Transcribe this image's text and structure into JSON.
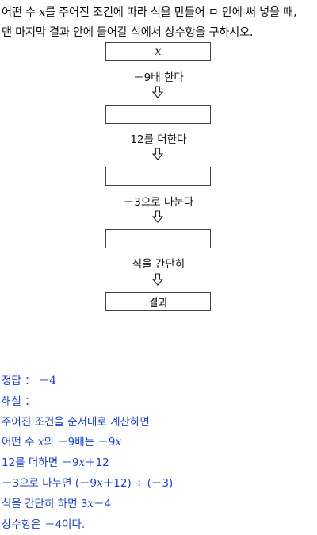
{
  "question": {
    "line1_pre": "어떤 수 ",
    "line1_var": "x",
    "line1_post": "를 주어진 조건에 따라 식을 만들어 ㅁ 안에 써 넣을 때,",
    "line2": "맨 마지막 결과 안에 들어갈 식에서 상수항을 구하시오."
  },
  "flowchart": {
    "start_box": "x",
    "steps": [
      "－9배 한다",
      "12를 더한다",
      "－3으로 나눈다",
      "식을 간단히"
    ],
    "result_box": "결과",
    "arrow_icon": "hollow-down-arrow-icon"
  },
  "answer": {
    "answer_label": "정답 ：",
    "answer_value": "－4",
    "explanation_label": "해설 ：",
    "intro": "주어진 조건을 순서대로 계산하면",
    "row1_a": "어떤 수 ",
    "row1_var": "x",
    "row1_b": "의 －9배는 －9",
    "row1_var2": "x",
    "row2_a": "12를 더하면 －9",
    "row2_var": "x",
    "row2_b": "＋12",
    "row3_a": "－3으로 나누면 (－9",
    "row3_var": "x",
    "row3_b": "＋12) ÷ (－3)",
    "row4_a": "식을 간단히 하면 3",
    "row4_var": "x",
    "row4_b": "－4",
    "row5": "상수항은 －4이다."
  },
  "colors": {
    "answer_text": "#1a3fc4",
    "box_border": "#444444"
  }
}
